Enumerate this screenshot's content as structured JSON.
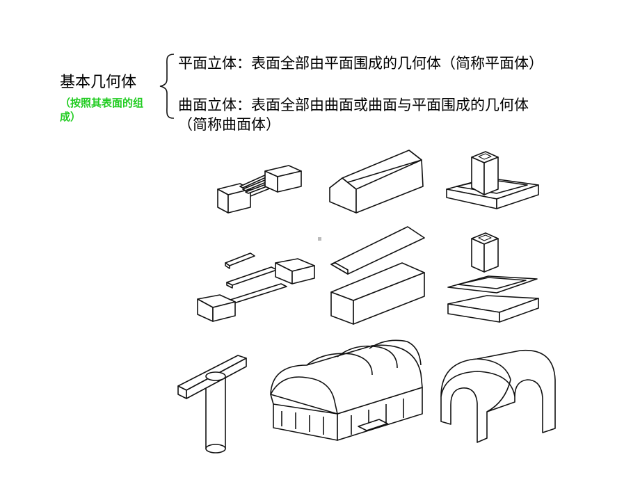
{
  "heading": {
    "title": "基本几何体",
    "note": "（按照其表面的组成）",
    "note_color": "#22cc22"
  },
  "definitions": {
    "planar": "平面立体：表面全部由平面围成的几何体（简称平面体）",
    "curved_line1": "曲面立体：表面全部由曲面或曲面与平面围成的几何体",
    "curved_line2": "（简称曲面体）"
  },
  "illustrations": [
    "stepped-block",
    "gable-roof-building",
    "chimney-on-base",
    "stepped-block-exploded",
    "gable-roof-exploded",
    "chimney-exploded",
    "t-shaped-cylinder",
    "vaulted-roof-building",
    "arched-tunnel-junction"
  ]
}
